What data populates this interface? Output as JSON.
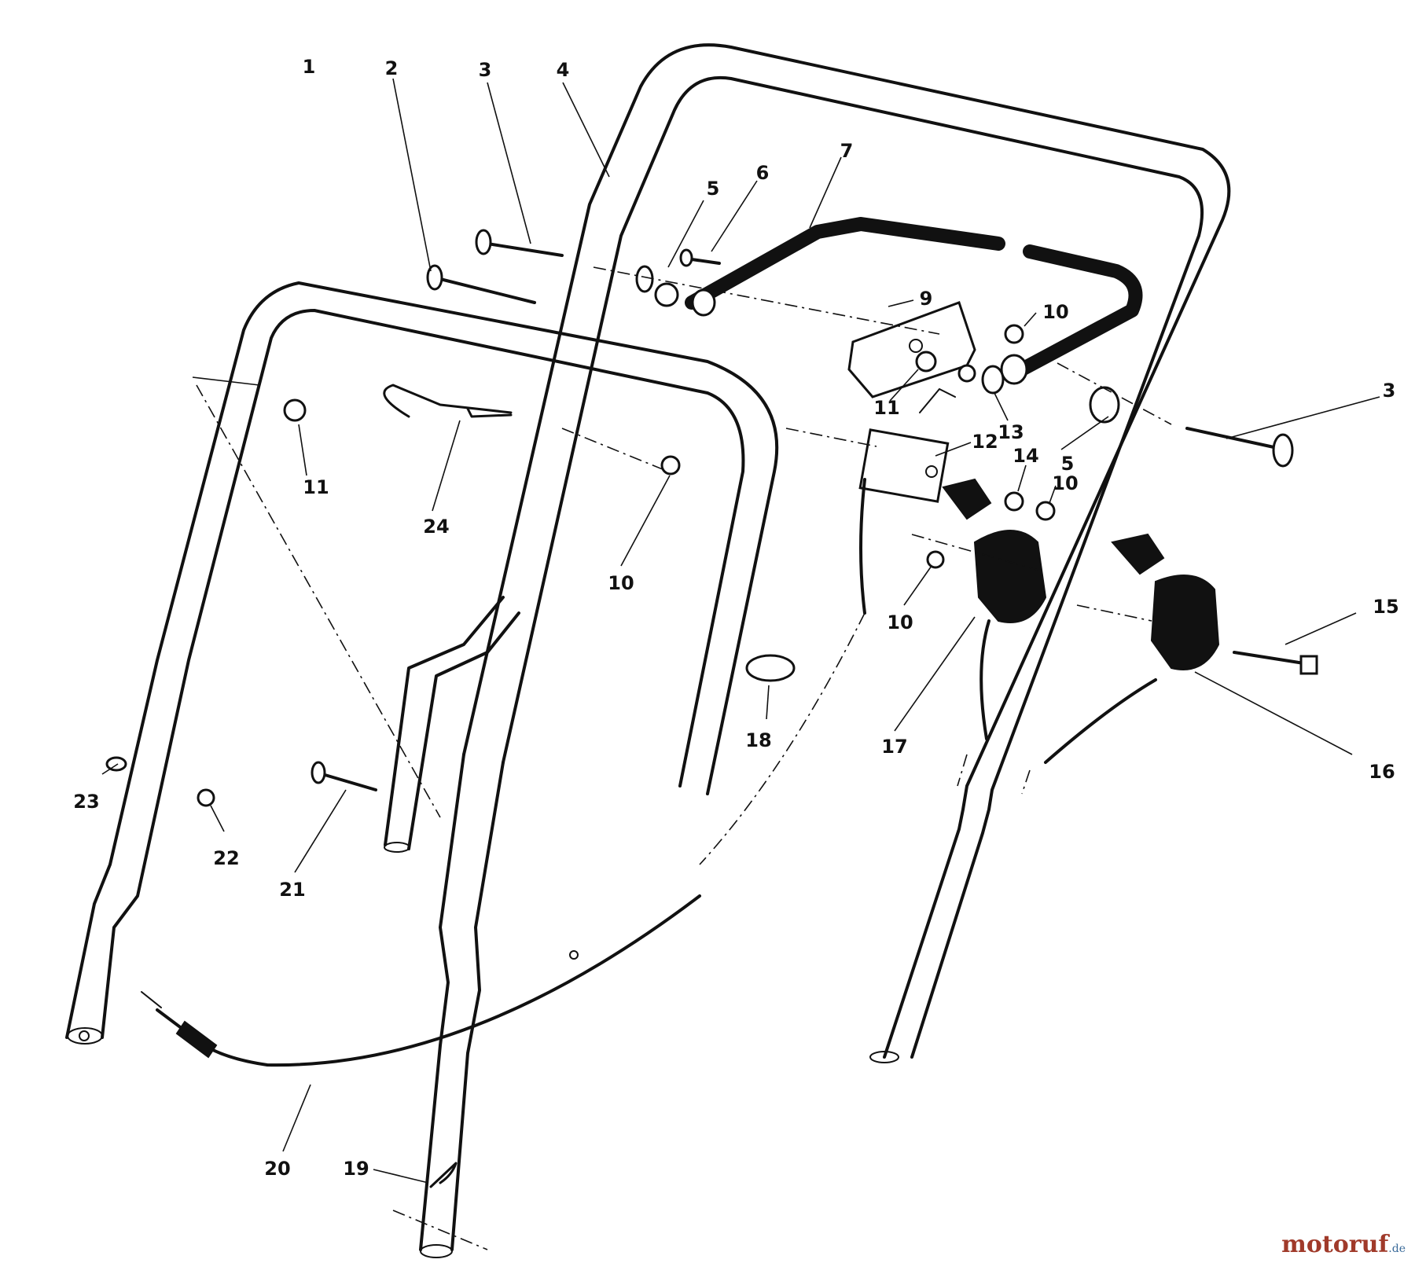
{
  "diagram": {
    "callouts": [
      "1",
      "2",
      "3",
      "4",
      "5",
      "6",
      "7",
      "5",
      "9",
      "10",
      "10",
      "3",
      "11",
      "11",
      "12",
      "13",
      "14",
      "5",
      "10",
      "24",
      "10",
      "10",
      "15",
      "17",
      "16",
      "18",
      "23",
      "22",
      "21",
      "20",
      "19"
    ]
  },
  "watermark": {
    "brand": "motoruf",
    "suffix": ".de"
  },
  "colors": {
    "ink": "#111111",
    "background": "#ffffff",
    "watermark_brand": "#a03a2a",
    "watermark_suffix": "#3a6a9a"
  }
}
